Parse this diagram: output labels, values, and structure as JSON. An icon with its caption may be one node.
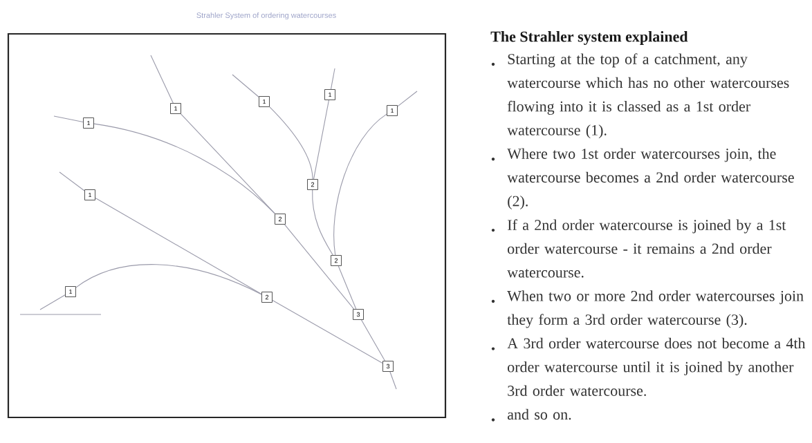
{
  "diagram": {
    "title": "Strahler System of ordering watercourses",
    "nodes": [
      {
        "text": [],
        "shape": "box"
      },
      {
        "text": [
          "1"
        ],
        "in": 0
      },
      {
        "text": [
          "1"
        ],
        "in": 0
      },
      {
        "text": [
          "1"
        ],
        "in": 0
      },
      {
        "text": [
          "1"
        ],
        "in": 0
      },
      {
        "text": [
          "1"
        ],
        "in": 0
      },
      {
        "text": [
          "2"
        ],
        "in": 0
      },
      {
        "text": [
          "1"
        ],
        "in": 0
      },
      {
        "text": [
          "2"
        ],
        "in": 0
      },
      {
        "text": [
          "2"
        ],
        "in": 0
      },
      {
        "text": [
          "1"
        ],
        "in": 0
      },
      {
        "text": [
          "2"
        ],
        "in": 0
      },
      {
        "text": [
          "3"
        ],
        "in": 0
      },
      {
        "text": [
          "3"
        ],
        "in": 0
      }
    ],
    "edges": [
      {
        "from": null,
        "to": 4,
        "arrow": "none"
      },
      {
        "from": null,
        "to": 5,
        "arrow": "none"
      },
      {
        "from": null,
        "to": 2,
        "arrow": "none"
      },
      {
        "from": null,
        "to": 1,
        "arrow": "none"
      },
      {
        "from": null,
        "to": 3,
        "arrow": "none"
      },
      {
        "from": null,
        "to": 7,
        "arrow": "none"
      },
      {
        "from": null,
        "to": 10,
        "arrow": "none"
      },
      {
        "from": 5,
        "to": 8,
        "arrow": "none"
      },
      {
        "from": 4,
        "to": 8,
        "arrow": "none"
      },
      {
        "from": 2,
        "to": 6,
        "arrow": "none"
      },
      {
        "from": 1,
        "to": 6,
        "arrow": "none"
      },
      {
        "from": 3,
        "to": 9,
        "arrow": "none"
      },
      {
        "from": 6,
        "to": 9,
        "arrow": "none"
      },
      {
        "from": 8,
        "to": 12,
        "arrow": "none"
      },
      {
        "from": 9,
        "to": 12,
        "arrow": "none"
      },
      {
        "from": 7,
        "to": 11,
        "arrow": "none"
      },
      {
        "from": 10,
        "to": 11,
        "arrow": "none"
      },
      {
        "from": 11,
        "to": 13,
        "arrow": "none"
      },
      {
        "from": 12,
        "to": 13,
        "arrow": "none"
      },
      {
        "from": 13,
        "to": null,
        "arrow": "none"
      }
    ],
    "labels": [
      "The Strahler system explained",
      "Starting at the top of a catchment, any watercourse which has no other watercourses flowing into it is classed as a 1st order watercourse (1).",
      "Where two 1st order watercourses join, the watercourse becomes a 2nd order watercourse (2).",
      "If a 2nd order watercourse is joined by a 1st order watercourse - it remains a 2nd order watercourse.",
      "When two or more 2nd order watercourses join they form a 3rd order watercourse (3).",
      "A 3rd order watercourse does not become a 4th order watercourse until it is joined by another 3rd order watercourse.",
      "and so on."
    ]
  }
}
